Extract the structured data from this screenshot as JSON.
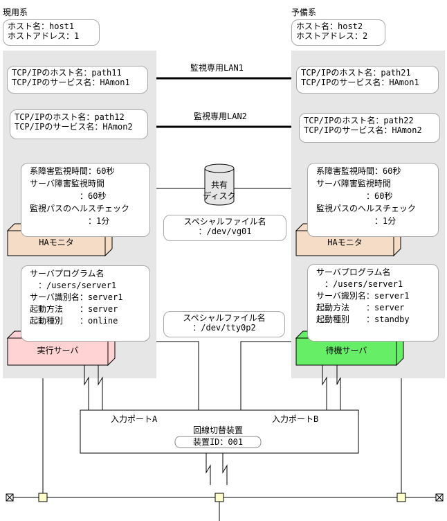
{
  "primary": {
    "title": "現用系",
    "host_name": "ホスト名：host1",
    "host_address": "ホストアドレス：1",
    "lan1_host": "TCP/IPのホスト名：path11",
    "lan1_service": "TCP/IPのサービス名：HAmon1",
    "lan2_host": "TCP/IPのホスト名：path12",
    "lan2_service": "TCP/IPのサービス名：HAmon2",
    "monitor_lines": [
      "系障害監視時間：60秒",
      "サーバ障害監視時間",
      "　　　　　　：60秒",
      "監視パスのヘルスチェック",
      "　　　　　　　：1分"
    ],
    "ha_monitor": "HAモニタ",
    "server_lines": [
      "サーバプログラム名",
      "　：/users/server1",
      "サーバ識別名：server1",
      "起動方法　　：server",
      "起動種別　　：online"
    ],
    "server_label": "実行サーバ"
  },
  "standby": {
    "title": "予備系",
    "host_name": "ホスト名：host2",
    "host_address": "ホストアドレス：2",
    "lan1_host": "TCP/IPのホスト名：path21",
    "lan1_service": "TCP/IPのサービス名：HAmon1",
    "lan2_host": "TCP/IPのホスト名：path22",
    "lan2_service": "TCP/IPのサービス名：HAmon2",
    "monitor_lines": [
      "系障害監視時間：60秒",
      "サーバ障害監視時間",
      "　　　　　　：60秒",
      "監視パスのヘルスチェック",
      "　　　　　　　：1分"
    ],
    "ha_monitor": "HAモニタ",
    "server_lines": [
      "サーバプログラム名",
      "　：/users/server1",
      "サーバ識別名：server1",
      "起動方法　　：server",
      "起動種別　　：standby"
    ],
    "server_label": "待機サーバ"
  },
  "lan1_label": "監視専用LAN1",
  "lan2_label": "監視専用LAN2",
  "shared_disk": [
    "共有",
    "ディスク"
  ],
  "disk_special_file": [
    "スペシャルファイル名",
    "：/dev/vg01"
  ],
  "tty_special_file": [
    "スペシャルファイル名",
    "：/dev/tty0p2"
  ],
  "switch": {
    "port_a": "入力ポートA",
    "port_b": "入力ポートB",
    "title": "回線切替装置",
    "device_id": "装置ID：001"
  },
  "colors": {
    "ha_monitor_fill": "#f5dcc6",
    "primary_server_fill": "#ffd3d3",
    "standby_server_fill": "#66ee66",
    "system_panel": "#e6e6e6"
  }
}
